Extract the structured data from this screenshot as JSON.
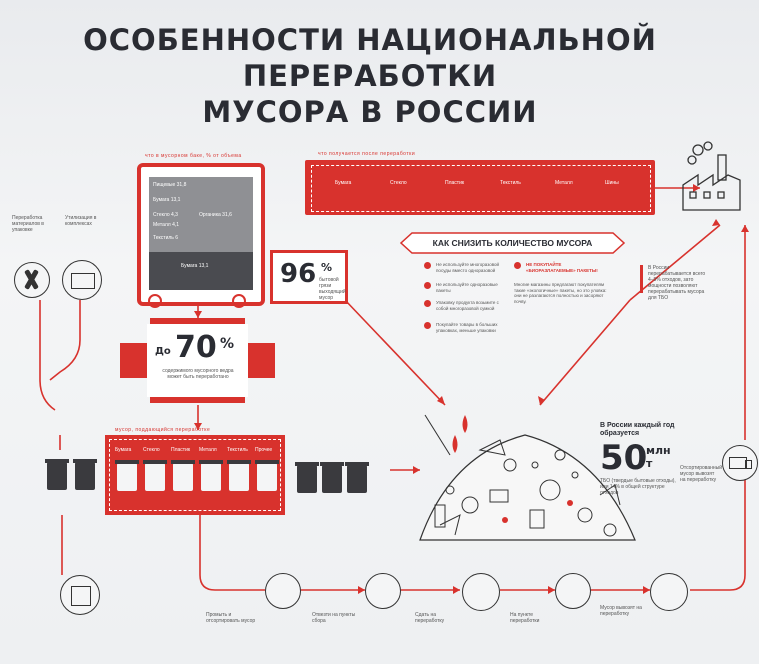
{
  "title": {
    "line1": "ОСОБЕННОСТИ НАЦИОНАЛЬНОЙ ПЕРЕРАБОТКИ",
    "line2": "МУСОРА В РОССИИ"
  },
  "bin_composition": {
    "caption": "что в мусорном баке, % от объема",
    "items": [
      "Пищевые 31,8",
      "Бумага 13,1",
      "Стекло 4,3",
      "Металл 4,1",
      "Текстиль 6",
      "Органика 31,6",
      "Бумага 13,1"
    ],
    "footer": "Бумага 13,1"
  },
  "recycled_products": {
    "caption": "что получается после переработки",
    "items": [
      "Бумага",
      "Стекло",
      "Пластик",
      "Текстиль",
      "Металл",
      "Шины"
    ]
  },
  "stat_96": {
    "value": "96",
    "unit": "%",
    "text": "бытовой грязи выходящий мусор"
  },
  "stat_70": {
    "prefix": "До",
    "value": "70",
    "unit": "%",
    "text": "содержимого мусорного ведра может быть переработано"
  },
  "howto": {
    "title": "КАК СНИЗИТЬ КОЛИЧЕСТВО МУСОРА",
    "left_items": [
      "Не используйте многоразовой посуды вместо одноразовой",
      "Не используйте одноразовые пакеты",
      "Упаковку продукта возьмите с собой многоразовой сумкой",
      "Покупайте товары в больших упаковках, меньше упаковки"
    ],
    "right_header": "НЕ ПОКУПАЙТЕ «БИОРАЗЛАГАЕМЫЕ» ПАКЕТЫ!",
    "right_text": "Многие магазины предлагают покупателям такие «экологичные» пакеты, но это уловка: они не разлагаются полностью и засоряют почву."
  },
  "facts": {
    "right_note": "В России перерабатывается всего 4–5% отходов, зато мощности позволяют перерабатывать мусора для ТБО"
  },
  "annual": {
    "caption": "В России каждый год образуется",
    "value": "50",
    "unit_top": "млн",
    "unit_bottom": "т",
    "note": "ТБО (твердые бытовые отходы), или 14% в общей структуре отходов"
  },
  "sorted_bins": {
    "caption": "мусор, поддающийся переработке",
    "labels": [
      "Бумага",
      "Стекло",
      "Пластик",
      "Металл",
      "Текстиль",
      "Прочее"
    ]
  },
  "left_column": {
    "label_a": "Переработка материалов в упаковке",
    "label_b": "Утилизация в комплексах"
  },
  "bottom_steps": [
    "Промыть и отсортировать мусор",
    "Отвезти на пункты сбора",
    "Сдать на переработку",
    "На пункте переработки",
    "Мусор вывозят на переработку"
  ],
  "right_column": {
    "label": "Отсортированный мусор вывозят на переработку"
  }
}
